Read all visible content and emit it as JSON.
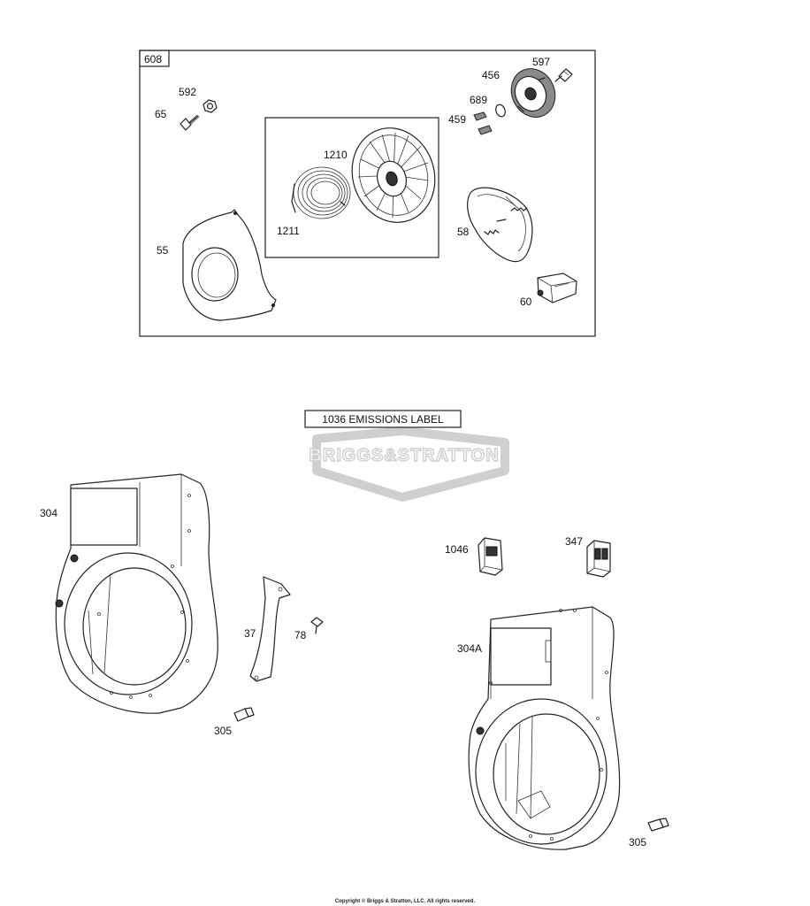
{
  "diagram": {
    "kit_label": "608",
    "emissions_label": "1036 EMISSIONS LABEL",
    "watermark": "BRIGGS&STRATTON",
    "copyright": "Copyright © Briggs & Stratton, LLC. All rights reserved.",
    "parts": {
      "p597": "597",
      "p456": "456",
      "p689": "689",
      "p459": "459",
      "p592": "592",
      "p65": "65",
      "p1210": "1210",
      "p1211": "1211",
      "p55": "55",
      "p58": "58",
      "p60": "60",
      "p304": "304",
      "p37": "37",
      "p78": "78",
      "p305a": "305",
      "p1046": "1046",
      "p347": "347",
      "p304A": "304A",
      "p305b": "305"
    }
  }
}
